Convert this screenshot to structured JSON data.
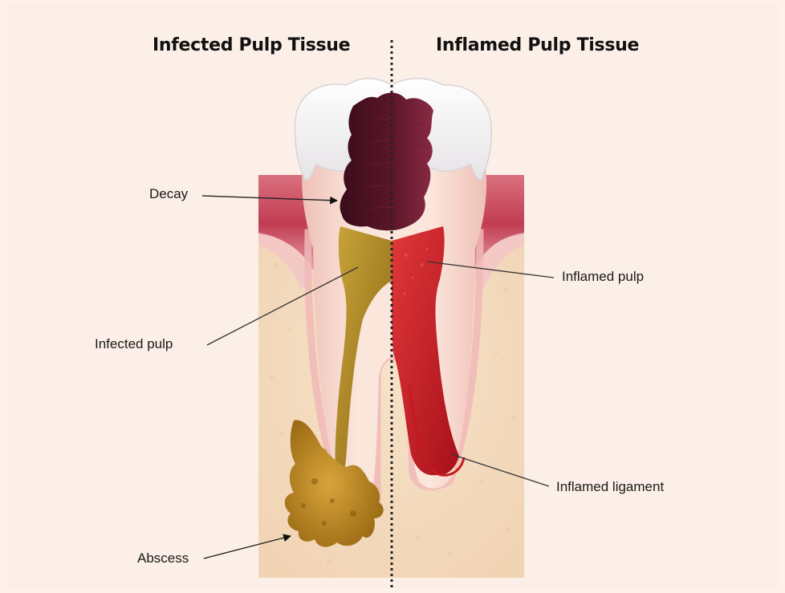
{
  "headings": {
    "left": "Infected Pulp Tissue",
    "right": "Inflamed Pulp Tissue"
  },
  "labels": {
    "decay": "Decay",
    "infected_pulp": "Infected pulp",
    "abscess": "Abscess",
    "inflamed_pulp": "Inflamed pulp",
    "inflamed_ligament": "Inflamed ligament"
  },
  "colors": {
    "background": "#fdf1ea",
    "enamel": "#f4f4f4",
    "dentin": "#f7d9cc",
    "gum": "#c84a5e",
    "bone": "#f3ddc0",
    "decay": "#4a1424",
    "infected_pulp": "#b48a1e",
    "inflamed_pulp": "#c41a1e",
    "abscess": "#c2901f"
  }
}
